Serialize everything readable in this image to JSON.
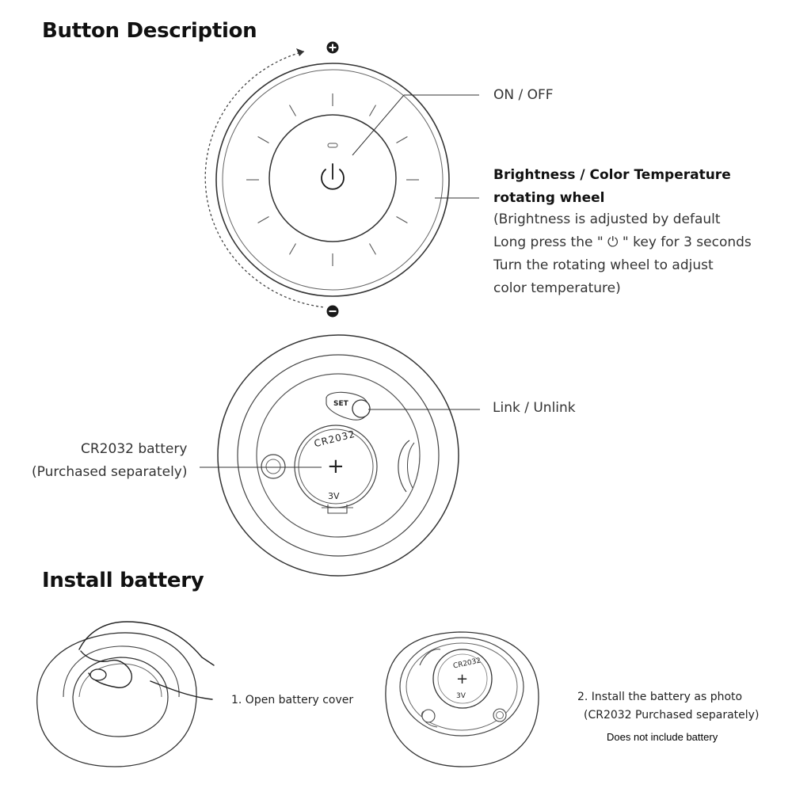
{
  "sections": {
    "button_description_title": "Button Description",
    "install_battery_title": "Install battery"
  },
  "top_dial": {
    "plus_symbol": "+",
    "minus_symbol": "−",
    "on_off_label": "ON / OFF",
    "wheel_title_line1": "Brightness / Color Temperature",
    "wheel_title_line2": "rotating wheel",
    "wheel_desc": [
      "(Brightness is adjusted by default",
      "Long press the \" ⏻ \" key for 3 seconds",
      "Turn the rotating wheel to adjust",
      "color temperature)"
    ]
  },
  "back_view": {
    "set_label": "SET",
    "link_label": "Link / Unlink",
    "battery_text": "CR2032",
    "battery_plus": "+",
    "battery_voltage": "3V",
    "battery_label_line1": "CR2032 battery",
    "battery_label_line2": "(Purchased separately)"
  },
  "install_steps": {
    "step1": "1. Open battery cover",
    "step2_line1": "2. Install the battery as photo",
    "step2_line2": "(CR2032 Purchased separately)",
    "step2_note": "Does not include battery",
    "small_battery_text": "CR2032",
    "small_battery_plus": "+",
    "small_battery_voltage": "3V"
  }
}
